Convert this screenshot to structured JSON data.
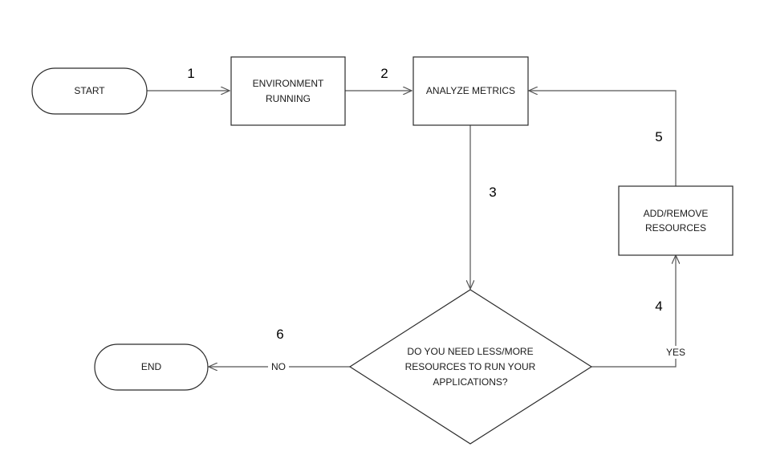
{
  "nodes": {
    "start": {
      "label": "START"
    },
    "environment": {
      "line1": "ENVIRONMENT",
      "line2": "RUNNING"
    },
    "analyze": {
      "label": "ANALYZE METRICS"
    },
    "add_remove": {
      "line1": "ADD/REMOVE",
      "line2": "RESOURCES"
    },
    "decision": {
      "line1": "DO YOU NEED LESS/MORE",
      "line2": "RESOURCES TO RUN YOUR",
      "line3": "APPLICATIONS?"
    },
    "end": {
      "label": "END"
    }
  },
  "edges": {
    "step1": "1",
    "step2": "2",
    "step3": "3",
    "step4": "4",
    "step5": "5",
    "step6": "6",
    "yes": "YES",
    "no": "NO"
  }
}
